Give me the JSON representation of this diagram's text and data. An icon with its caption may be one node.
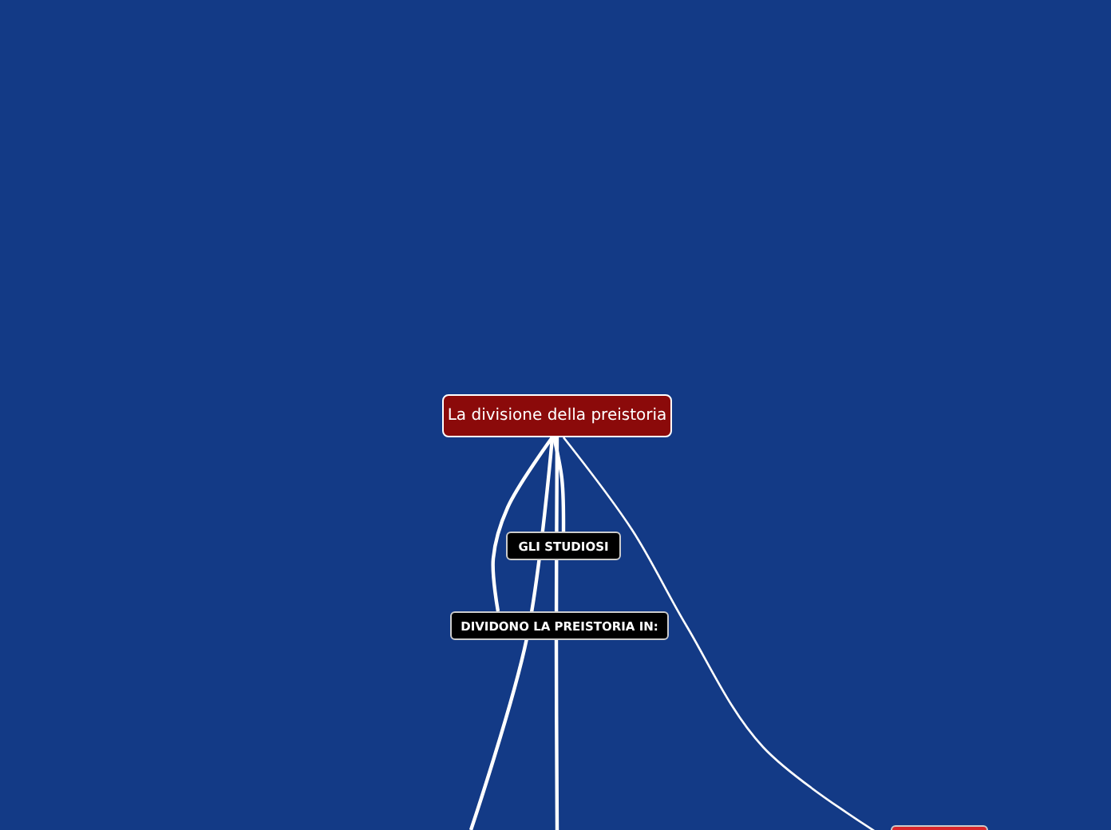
{
  "diagram": {
    "nodes": [
      {
        "text": [
          "La divisione della preistoria"
        ]
      },
      {
        "text": [
          "GLI STUDIOSI"
        ]
      },
      {
        "text": [
          "DIVIDONO LA PREISTORIA IN:"
        ]
      },
      {
        "text": [],
        "shape": "box"
      }
    ],
    "edges": [
      {
        "from": 0,
        "to": 1,
        "arrow": "none"
      },
      {
        "from": 0,
        "to": 2,
        "arrow": "none"
      },
      {
        "from": 0,
        "to": null,
        "arrow": "none"
      },
      {
        "from": 0,
        "to": null,
        "arrow": "none"
      },
      {
        "from": 0,
        "to": 3,
        "arrow": "none"
      }
    ]
  }
}
